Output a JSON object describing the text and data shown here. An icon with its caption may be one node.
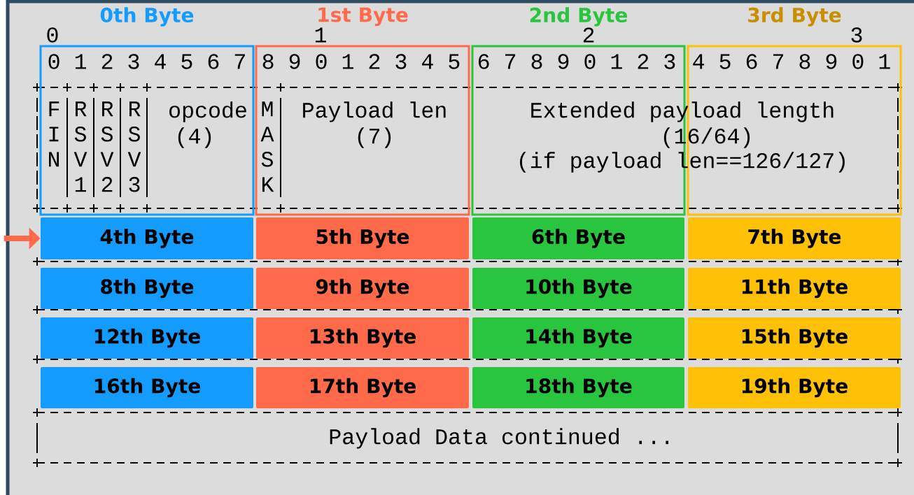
{
  "diagram": {
    "nodes": [
      {
        "text": [
          "0th Byte"
        ]
      },
      {
        "text": [
          "1st Byte"
        ]
      },
      {
        "text": [
          "2nd Byte"
        ]
      },
      {
        "text": [
          "3rd Byte"
        ]
      },
      {
        "text": [
          "4th Byte"
        ]
      },
      {
        "text": [
          "5th Byte"
        ]
      },
      {
        "text": [
          "6th Byte"
        ]
      },
      {
        "text": [
          "7th Byte"
        ]
      },
      {
        "text": [
          "8th Byte"
        ]
      },
      {
        "text": [
          "9th Byte"
        ]
      },
      {
        "text": [
          "10th Byte"
        ]
      },
      {
        "text": [
          "11th Byte"
        ]
      },
      {
        "text": [
          "12th Byte"
        ]
      },
      {
        "text": [
          "13th Byte"
        ]
      },
      {
        "text": [
          "14th Byte"
        ]
      },
      {
        "text": [
          "15th Byte"
        ]
      },
      {
        "text": [
          "16th Byte"
        ]
      },
      {
        "text": [
          "17th Byte"
        ]
      },
      {
        "text": [
          "18th Byte"
        ]
      },
      {
        "text": [
          "19th Byte"
        ]
      }
    ],
    "edges": [
      {
        "from": null,
        "to": 4,
        "arrow": "to"
      }
    ],
    "labels": [
      "0",
      "1",
      "2",
      "3",
      "0 1 2 3 4 5 6 7",
      "8 9 0 1 2 3 4 5",
      "6 7 8 9 0 1 2 3",
      "4 5 6 7 8 9 0 1",
      "F I N",
      "R S V 1",
      "R S V 2",
      "R S V 3",
      "opcode",
      "(4)",
      "M A S K",
      "Payload len",
      "(7)",
      "Extended payload length",
      "(16/64)",
      "(if payload len==126/127)",
      "Payload Data continued ..."
    ]
  }
}
